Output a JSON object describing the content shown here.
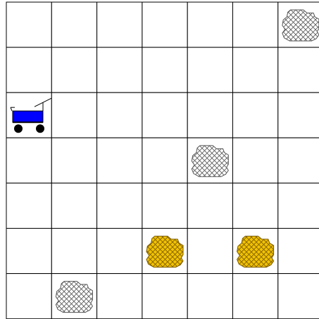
{
  "grid": {
    "rows": 7,
    "cols": 7
  },
  "colors": {
    "background": "#ffffff",
    "grid_line": "#000000",
    "cart_body": "#0000ff",
    "cart_wheel": "#000000",
    "gold": "#f2c200",
    "gold_mesh": "#7a5a00",
    "rock": "#ffffff",
    "rock_mesh": "#555555"
  },
  "pieces": [
    {
      "type": "cart",
      "icon": "cart-icon",
      "row": 2,
      "col": 0
    },
    {
      "type": "rock",
      "icon": "rock-icon",
      "row": 0,
      "col": 6
    },
    {
      "type": "rock",
      "icon": "rock-icon",
      "row": 3,
      "col": 4
    },
    {
      "type": "rock",
      "icon": "rock-icon",
      "row": 6,
      "col": 1
    },
    {
      "type": "gold",
      "icon": "gold-nugget-icon",
      "row": 5,
      "col": 3
    },
    {
      "type": "gold",
      "icon": "gold-nugget-icon",
      "row": 5,
      "col": 5
    }
  ]
}
